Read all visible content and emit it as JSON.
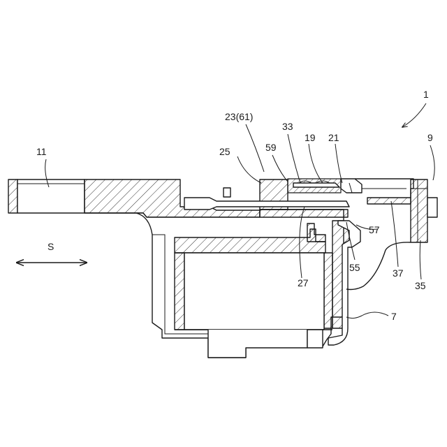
{
  "labels": {
    "r1": "1",
    "r7": "7",
    "r9": "9",
    "r11": "11",
    "r19": "19",
    "r21": "21",
    "r23": "23(61)",
    "r25": "25",
    "r27": "27",
    "r33": "33",
    "r35": "35",
    "r37": "37",
    "r55": "55",
    "r57": "57",
    "r59": "59",
    "s": "S"
  }
}
